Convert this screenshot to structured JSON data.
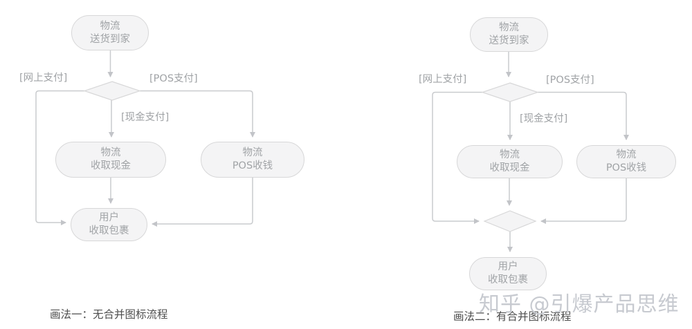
{
  "colors": {
    "line": "#c9cbce",
    "node_fill": "#f4f4f5",
    "node_border": "#d7d7d8",
    "node_text": "#a0a3a6",
    "label_text": "#a0a3a6",
    "caption_text": "#4d4d4d",
    "watermark_text": "#c7cad0"
  },
  "left_chart": {
    "caption": "画法一：无合并图标流程",
    "nodes": {
      "start": {
        "line1": "物流",
        "line2": "送货到家"
      },
      "cash": {
        "line1": "物流",
        "line2": "收取现金"
      },
      "pos": {
        "line1": "物流",
        "line2": "POS收钱"
      },
      "end": {
        "line1": "用户",
        "line2": "收取包裹"
      }
    },
    "edge_labels": {
      "online_payment": "[网上支付]",
      "pos_payment": "[POS支付]",
      "cash_payment": "[现金支付]"
    }
  },
  "right_chart": {
    "caption": "画法二：有合并图标流程",
    "nodes": {
      "start": {
        "line1": "物流",
        "line2": "送货到家"
      },
      "cash": {
        "line1": "物流",
        "line2": "收取现金"
      },
      "pos": {
        "line1": "物流",
        "line2": "POS收钱"
      },
      "end": {
        "line1": "用户",
        "line2": "收取包裹"
      }
    },
    "edge_labels": {
      "online_payment": "[网上支付]",
      "pos_payment": "[POS支付]",
      "cash_payment": "[现金支付]"
    }
  },
  "watermark": "知乎 @引爆产品思维"
}
